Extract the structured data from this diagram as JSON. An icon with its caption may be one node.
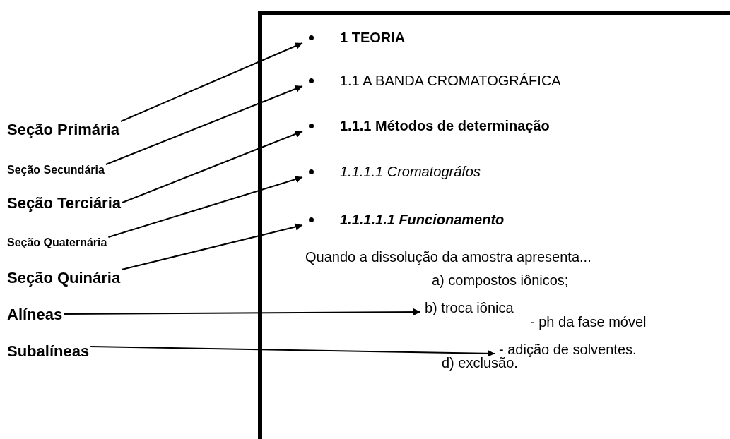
{
  "diagram": {
    "nodes": [
      {
        "text": [
          "Seção Primária"
        ]
      },
      {
        "text": [
          "Seção Secundária"
        ]
      },
      {
        "text": [
          "Seção Terciária"
        ]
      },
      {
        "text": [
          "Seção Quaternária"
        ]
      },
      {
        "text": [
          "Seção Quinária"
        ]
      },
      {
        "text": [
          "Alíneas"
        ]
      },
      {
        "text": [
          "Subalíneas"
        ]
      },
      {
        "text": [],
        "shape": "box"
      },
      {
        "text": [
          "1 TEORIA"
        ],
        "in": 7
      },
      {
        "text": [
          "1.1 A BANDA CROMATOGRÁFICA"
        ],
        "in": 7
      },
      {
        "text": [
          "1.1.1 Métodos de determinação"
        ],
        "in": 7
      },
      {
        "text": [
          "1.1.1.1 Cromatográfos"
        ],
        "in": 7
      },
      {
        "text": [
          "1.1.1.1.1 Funcionamento"
        ],
        "in": 7
      },
      {
        "text": [
          "b) troca iônica"
        ],
        "in": 7
      },
      {
        "text": [
          "- adição de solventes."
        ],
        "in": 7
      }
    ],
    "edges": [
      {
        "from": 0,
        "to": 8,
        "arrow": "to"
      },
      {
        "from": 1,
        "to": 9,
        "arrow": "to"
      },
      {
        "from": 2,
        "to": 10,
        "arrow": "to"
      },
      {
        "from": 3,
        "to": 11,
        "arrow": "to"
      },
      {
        "from": 4,
        "to": 12,
        "arrow": "to"
      },
      {
        "from": 5,
        "to": 13,
        "arrow": "to"
      },
      {
        "from": 6,
        "to": 14,
        "arrow": "to"
      }
    ],
    "labels": [
      "Quando a dissolução da amostra apresenta...",
      "a) compostos iônicos;",
      "- ph da fase móvel",
      "d) exclusão."
    ]
  }
}
